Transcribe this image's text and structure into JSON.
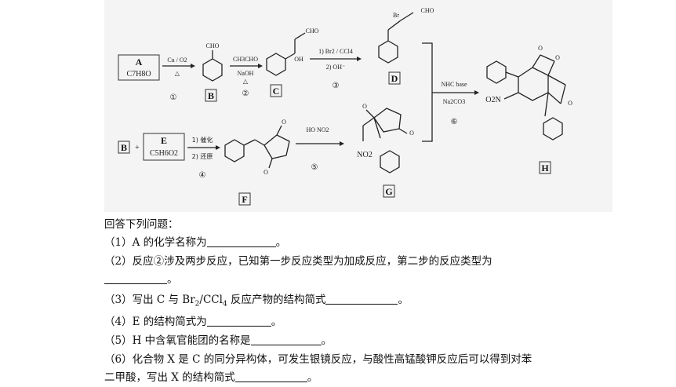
{
  "scheme": {
    "compound_A_label": "A",
    "compound_A_formula": "C7H8O",
    "step1_reagents": "Cu / O2",
    "step1_condition": "△",
    "step1_no": "①",
    "compound_B_group": "CHO",
    "compound_B_label": "B",
    "step2_reagent_top": "CH3CHO",
    "step2_reagent_bottom": "NaOH",
    "step2_condition": "△",
    "step2_no": "②",
    "compound_C_group_1": "CHO",
    "compound_C_group_2": "OH",
    "compound_C_label": "C",
    "step3_reagent_top": "1) Br2 / CCl4",
    "step3_reagent_bottom": "2) OH⁻",
    "step3_no": "③",
    "compound_D_br": "Br",
    "compound_D_group": "CHO",
    "compound_D_label": "D",
    "step6_reagent_top": "NHC base",
    "step6_reagent_bottom": "Na2CO3",
    "step6_no": "⑥",
    "compound_H_o1": "O",
    "compound_H_o2": "O",
    "compound_H_o3": "O",
    "compound_H_no2": "O2N",
    "compound_H_label": "H",
    "plus": "+",
    "compound_B2_label": "B",
    "compound_E_label": "E",
    "compound_E_formula": "C5H6O2",
    "step4_reagent_top": "1) 催化",
    "step4_reagent_bottom": "2) 还原",
    "step4_no": "④",
    "compound_F_o1": "O",
    "compound_F_o2": "O",
    "compound_F_label": "F",
    "step5_reagent": "HO    NO2",
    "step5_no": "⑤",
    "compound_G_o1": "O",
    "compound_G_o2": "O",
    "compound_G_no2": "NO2",
    "compound_G_label": "G"
  },
  "questions": {
    "heading": "回答下列问题：",
    "q1": "（1）A 的化学名称为",
    "q1_end": "。",
    "q2_line1": "（2）反应②涉及两步反应，已知第一步反应类型为加成反应，第二步的反应类型为",
    "q2_end": "。",
    "q3_start": "（3）写出 C 与 Br",
    "q3_sub1": "2",
    "q3_mid": "/CCl",
    "q3_sub2": "4",
    "q3_rest": " 反应产物的结构简式",
    "q3_end": "。",
    "q4": "（4）E 的结构简式为",
    "q4_end": "。",
    "q5": "（5）H 中含氧官能团的名称是",
    "q5_end": "。",
    "q6_line1": "（6）化合物 X 是 C 的同分异构体，可发生银镜反应，与酸性高锰酸钾反应后可以得到对苯",
    "q6_line2": "二甲酸，写出 X 的结构简式",
    "q6_end": "。"
  }
}
